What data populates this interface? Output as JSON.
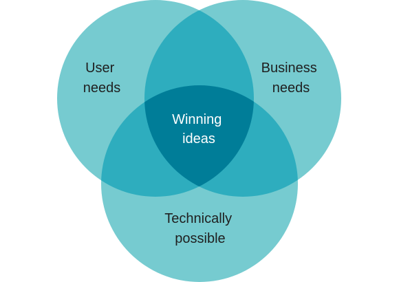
{
  "diagram": {
    "type": "venn",
    "sets": [
      {
        "id": "user",
        "lines": [
          "User",
          "needs"
        ]
      },
      {
        "id": "business",
        "lines": [
          "Business",
          "needs"
        ]
      },
      {
        "id": "technical",
        "lines": [
          "Technically",
          "possible"
        ]
      }
    ],
    "center": {
      "lines": [
        "Winning",
        "ideas"
      ]
    },
    "colors": {
      "circle": "#76CBD0",
      "pair_overlap": "#2EADBE",
      "triple_overlap": "#007D98",
      "label_dark": "#1F1F1F",
      "label_light": "#FFFFFF"
    }
  }
}
